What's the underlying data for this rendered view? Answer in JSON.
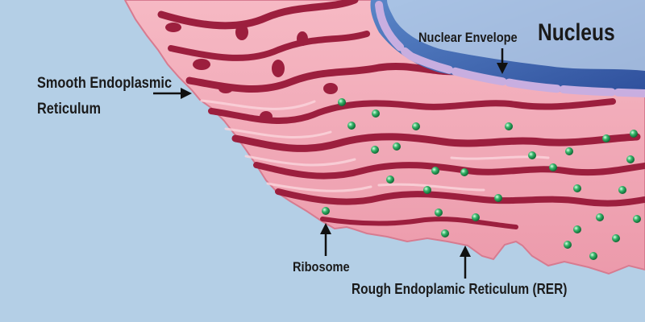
{
  "labels": {
    "nucleus": "Nucleus",
    "nuclear_envelope": "Nuclear Envelope",
    "ser_line1": "Smooth Endoplasmic",
    "ser_line2": "Reticulum",
    "ribosome": "Ribosome",
    "rer": "Rough Endoplamic Reticulum (RER)"
  },
  "colors": {
    "background": "#b4cfe6",
    "er_pink": "#f2a9b6",
    "er_pink_light": "#f8c7d0",
    "er_lumen": "#9c1f3e",
    "nucleus_blue": "#3f63b0",
    "nuclear_envelope": "#c8aee0",
    "ribosome": "#37b56a",
    "arrow": "#111111"
  }
}
